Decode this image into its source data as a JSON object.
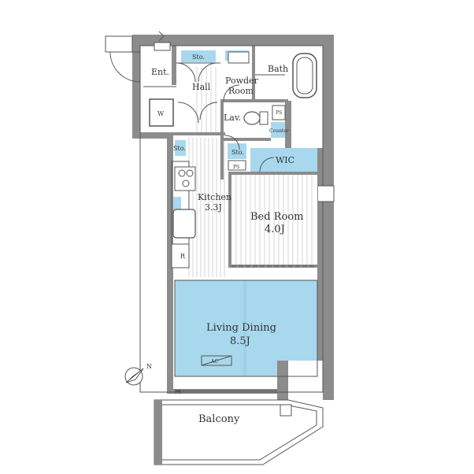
{
  "colors": {
    "wall": "#8c8c8c",
    "wall_dark": "#6e6e6e",
    "floor_blue": "#a8d8ee",
    "floor_blue_line": "#8ec7e2",
    "line": "#555555",
    "stripe": "#d2d2d2"
  },
  "rooms": {
    "entrance": "Ent.",
    "hall": "Hall",
    "storage_top": "Sto.",
    "powder_line1": "Powder",
    "powder_line2": "Room",
    "bath": "Bath",
    "washer": "W",
    "lavatory": "Lav.",
    "ps_top": "PS",
    "counter": "Counter",
    "storage_kitchen": "Sto.",
    "storage_bed": "Sto.",
    "ps_bed": "PS",
    "wic": "WIC",
    "kitchen_name": "Kitchen",
    "kitchen_size": "3.3J",
    "bedroom_name": "Bed Room",
    "bedroom_size": "4.0J",
    "fridge": "R",
    "living_name": "Living Dining",
    "living_size": "8.5J",
    "ac": "AC",
    "ps_bottom": "PS",
    "balcony": "Balcony"
  },
  "icons": {
    "compass": "north-arrow-icon"
  }
}
